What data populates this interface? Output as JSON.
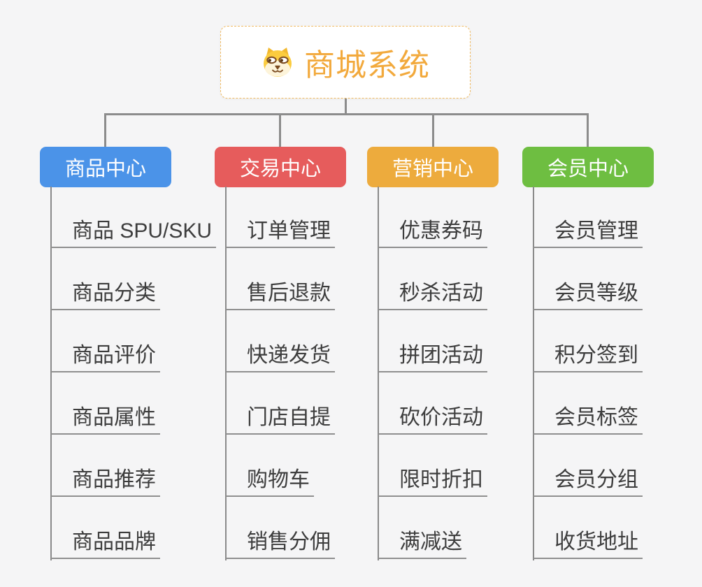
{
  "canvas": {
    "background": "#f5f5f6",
    "connector_color": "#8c8c8c"
  },
  "root": {
    "title": "商城系统",
    "icon": "dog-face-icon",
    "text_color": "#f2a93c",
    "border_color": "#f0bb63",
    "background": "#ffffff"
  },
  "branches": [
    {
      "label": "商品中心",
      "color": "#4b93e8",
      "children": [
        "商品 SPU/SKU",
        "商品分类",
        "商品评价",
        "商品属性",
        "商品推荐",
        "商品品牌"
      ]
    },
    {
      "label": "交易中心",
      "color": "#e65c5c",
      "children": [
        "订单管理",
        "售后退款",
        "快递发货",
        "门店自提",
        "购物车",
        "销售分佣"
      ]
    },
    {
      "label": "营销中心",
      "color": "#edab3d",
      "children": [
        "优惠券码",
        "秒杀活动",
        "拼团活动",
        "砍价活动",
        "限时折扣",
        "满减送"
      ]
    },
    {
      "label": "会员中心",
      "color": "#6ebe41",
      "children": [
        "会员管理",
        "会员等级",
        "积分签到",
        "会员标签",
        "会员分组",
        "收货地址"
      ]
    }
  ]
}
